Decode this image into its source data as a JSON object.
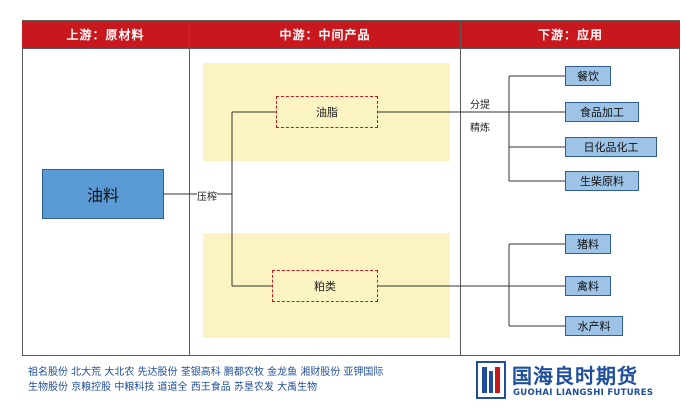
{
  "headers": {
    "upstream": "上游：原材料",
    "midstream": "中游：中间产品",
    "downstream": "下游：应用"
  },
  "upstream": {
    "source": "油料"
  },
  "process": {
    "press": "压榨",
    "refine_1": "分提",
    "refine_2": "精炼"
  },
  "midstream": {
    "oil": "油脂",
    "meal": "粕类"
  },
  "downstream": {
    "oil_uses": [
      "餐饮",
      "食品加工",
      "日化品化工",
      "生柴原料"
    ],
    "meal_uses": [
      "猪料",
      "禽料",
      "水产料"
    ]
  },
  "footer": {
    "companies_line_1": "祖名股份 北大荒 大北农 先达股份 荃银高科 鹏都农牧 金龙鱼 湘财股份 亚钾国际",
    "companies_line_2": "生物股份 京粮控股 中粮科技 道道全 西王食品 苏垦农发 大禹生物",
    "brand_cn": "国海良时期货",
    "brand_en": "GUOHAI LIANGSHI FUTURES"
  },
  "colors": {
    "header_red": "#c8181e",
    "box_blue": "#5b9bd5",
    "out_blue": "#9dc3e6",
    "band_yellow": "#fbf3c2",
    "brand_blue": "#1f4e9c"
  }
}
